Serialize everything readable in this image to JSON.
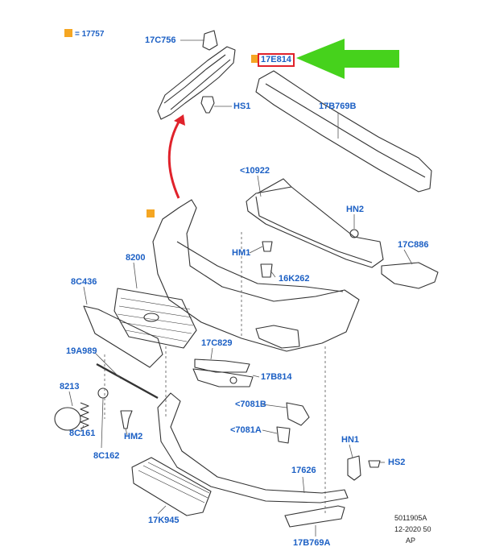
{
  "legend": {
    "marker_color": "#f5a623",
    "text": "= 17757"
  },
  "colors": {
    "label": "#1b5fc4",
    "highlight_box": "#e0222b",
    "arrow_green": "#46d21c",
    "arrow_red": "#e0222b",
    "marker": "#f5a623"
  },
  "labels": {
    "l17c756": "17C756",
    "l17e814": "17E814",
    "hs1": "HS1",
    "l17b769b": "17B769B",
    "l10922": "<10922",
    "hn2": "HN2",
    "l17c886": "17C886",
    "hm1": "HM1",
    "l16k262": "16K262",
    "l8200": "8200",
    "l8c436": "8C436",
    "l17c829": "17C829",
    "l19a989": "19A989",
    "l17b814": "17B814",
    "l8213": "8213",
    "l7081b": "<7081B",
    "l7081a": "<7081A",
    "l8c161": "8C161",
    "hm2": "HM2",
    "hn1": "HN1",
    "hs2": "HS2",
    "l8c162": "8C162",
    "l17626": "17626",
    "l17k945": "17K945",
    "l17b769a": "17B769A"
  },
  "footer": {
    "line1": "5011905A",
    "line2": "12-2020 50",
    "line3": "AP"
  }
}
